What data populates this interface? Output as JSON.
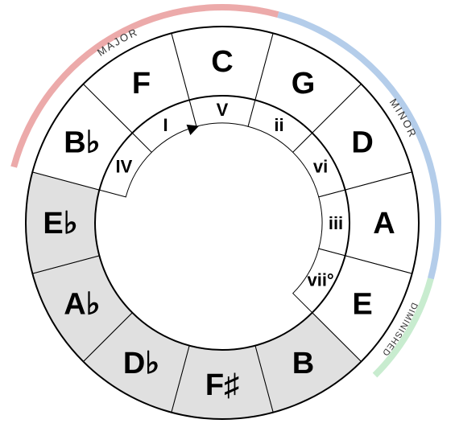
{
  "colors": {
    "major": "#ecaaaa",
    "minor": "#b4cdea",
    "diminished": "#c8eccf",
    "outside_key": "#e0e0e0",
    "inside_key": "#ffffff",
    "line": "#000000"
  },
  "bands": [
    {
      "label": "MAJOR",
      "color": "major"
    },
    {
      "label": "MINOR",
      "color": "minor"
    },
    {
      "label": "DIMINISHED",
      "color": "diminished"
    }
  ],
  "keys": [
    {
      "label": "C",
      "in_key": true
    },
    {
      "label": "G",
      "in_key": true
    },
    {
      "label": "D",
      "in_key": true
    },
    {
      "label": "A",
      "in_key": true
    },
    {
      "label": "E",
      "in_key": true
    },
    {
      "label": "B",
      "in_key": false
    },
    {
      "label": "F♯",
      "in_key": false
    },
    {
      "label": "D♭",
      "in_key": false
    },
    {
      "label": "A♭",
      "in_key": false
    },
    {
      "label": "E♭",
      "in_key": false
    },
    {
      "label": "B♭",
      "in_key": true
    },
    {
      "label": "F",
      "in_key": true
    }
  ],
  "degrees": [
    "V",
    "ii",
    "vi",
    "iii",
    "vii°",
    "IV",
    "I"
  ],
  "arrow_icon": "arrow-head-icon"
}
